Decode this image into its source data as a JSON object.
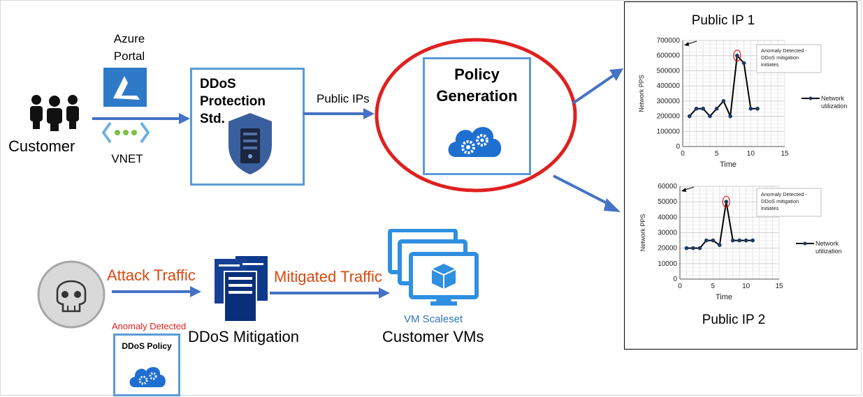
{
  "customer": {
    "label": "Customer"
  },
  "azure_portal": {
    "label_line1": "Azure",
    "label_line2": "Portal"
  },
  "vnet": {
    "label": "VNET"
  },
  "ddos_protection": {
    "line1": "DDoS",
    "line2": "Protection",
    "line3": "Std."
  },
  "public_ips": {
    "label": "Public IPs"
  },
  "policy_generation": {
    "line1": "Policy",
    "line2": "Generation"
  },
  "attack_traffic": {
    "label": "Attack Traffic"
  },
  "anomaly_detected": {
    "label": "Anomaly Detected"
  },
  "ddos_policy": {
    "label": "DDoS Policy"
  },
  "ddos_mitigation": {
    "label": "DDoS Mitigation"
  },
  "mitigated_traffic": {
    "label": "Mitigated Traffic"
  },
  "vm_scaleset": {
    "label": "VM Scaleset"
  },
  "customer_vms": {
    "label": "Customer VMs"
  },
  "colors": {
    "accent_blue": "#4472c4",
    "box_border": "#5b9bd5",
    "attack_orange": "#d9480f",
    "ellipse_red": "#e02020"
  },
  "chart_data": [
    {
      "type": "line",
      "title": "Public IP 1",
      "xlabel": "Time",
      "ylabel": "Network PPS",
      "xlim": [
        0,
        15
      ],
      "ylim": [
        0,
        700000
      ],
      "xticks": [
        "0",
        "5",
        "10",
        "15"
      ],
      "yticks": [
        "0",
        "100000",
        "200000",
        "300000",
        "400000",
        "500000",
        "600000",
        "700000"
      ],
      "series": [
        {
          "name": "Network utilization",
          "x": [
            1,
            2,
            3,
            4,
            5,
            6,
            7,
            8,
            9,
            10,
            11
          ],
          "y": [
            200000,
            250000,
            250000,
            200000,
            250000,
            300000,
            200000,
            600000,
            550000,
            250000,
            250000
          ]
        }
      ],
      "legend_position": "right",
      "highlight_x": 8,
      "annotation": {
        "line1": "Anomaly Detected -",
        "line2": "DDoS mitigation",
        "line3": "initiates"
      },
      "grid": true
    },
    {
      "type": "line",
      "title": "Public IP 2",
      "xlabel": "Time",
      "ylabel": "Network PPS",
      "xlim": [
        0,
        15
      ],
      "ylim": [
        0,
        60000
      ],
      "xticks": [
        "0",
        "5",
        "10",
        "15"
      ],
      "yticks": [
        "0",
        "10000",
        "20000",
        "30000",
        "40000",
        "50000",
        "60000"
      ],
      "series": [
        {
          "name": "Network utilization",
          "x": [
            1,
            2,
            3,
            4,
            5,
            6,
            7,
            8,
            9,
            10,
            11
          ],
          "y": [
            20000,
            20000,
            20000,
            25000,
            25000,
            22000,
            50000,
            25000,
            25000,
            25000,
            25000
          ]
        }
      ],
      "legend_position": "right",
      "highlight_x": 7,
      "annotation": {
        "line1": "Anomaly Detected -",
        "line2": "DDoS mitigation",
        "line3": "initiates"
      },
      "grid": true
    }
  ]
}
